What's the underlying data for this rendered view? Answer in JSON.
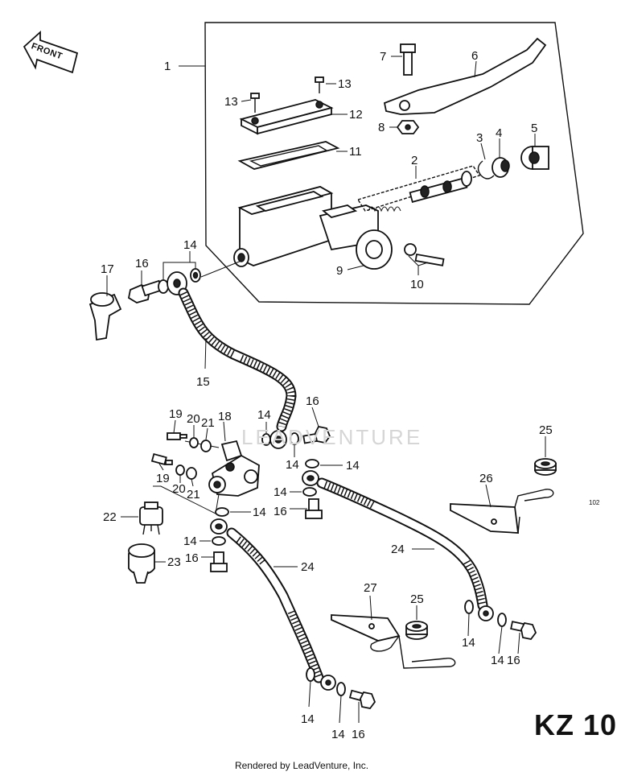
{
  "front_label": "FRONT",
  "model_code": "KZ 10",
  "side_code": "102",
  "footer": "Rendered by LeadVenture, Inc.",
  "watermark": "LEADVENTURE",
  "callouts": {
    "c1": "1",
    "c2": "2",
    "c3": "3",
    "c4": "4",
    "c5": "5",
    "c6": "6",
    "c7": "7",
    "c8": "8",
    "c9": "9",
    "c10": "10",
    "c11": "11",
    "c12": "12",
    "c13a": "13",
    "c13b": "13",
    "c14a": "14",
    "c14b": "14",
    "c14c": "14",
    "c14d": "14",
    "c14e": "14",
    "c14f": "14",
    "c14g": "14",
    "c14h": "14",
    "c14i": "14",
    "c14j": "14",
    "c14k": "14",
    "c15": "15",
    "c16a": "16",
    "c16b": "16",
    "c16c": "16",
    "c16d": "16",
    "c16e": "16",
    "c16f": "16",
    "c17": "17",
    "c18": "18",
    "c19a": "19",
    "c19b": "19",
    "c20a": "20",
    "c20b": "20",
    "c21a": "21",
    "c21b": "21",
    "c22": "22",
    "c23": "23",
    "c24a": "24",
    "c24b": "24",
    "c25a": "25",
    "c25b": "25",
    "c26": "26",
    "c27": "27"
  }
}
